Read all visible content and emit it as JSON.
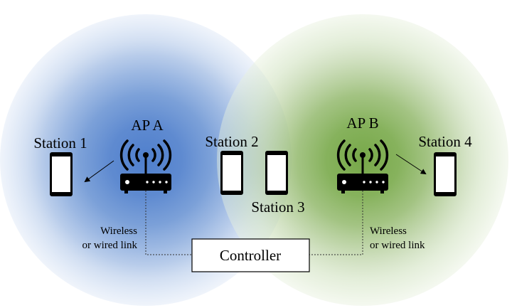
{
  "aps": [
    {
      "label": "AP A"
    },
    {
      "label": "AP B"
    }
  ],
  "stations": [
    {
      "label": "Station 1"
    },
    {
      "label": "Station 2"
    },
    {
      "label": "Station 3"
    },
    {
      "label": "Station 4"
    }
  ],
  "controller": {
    "label": "Controller"
  },
  "links": [
    {
      "line1": "Wireless",
      "line2": "or wired link"
    },
    {
      "line1": "Wireless",
      "line2": "or wired link"
    }
  ],
  "colors": {
    "coverage_a": "#4a7cc9",
    "coverage_b": "#7fb04f",
    "device": "#000000"
  }
}
